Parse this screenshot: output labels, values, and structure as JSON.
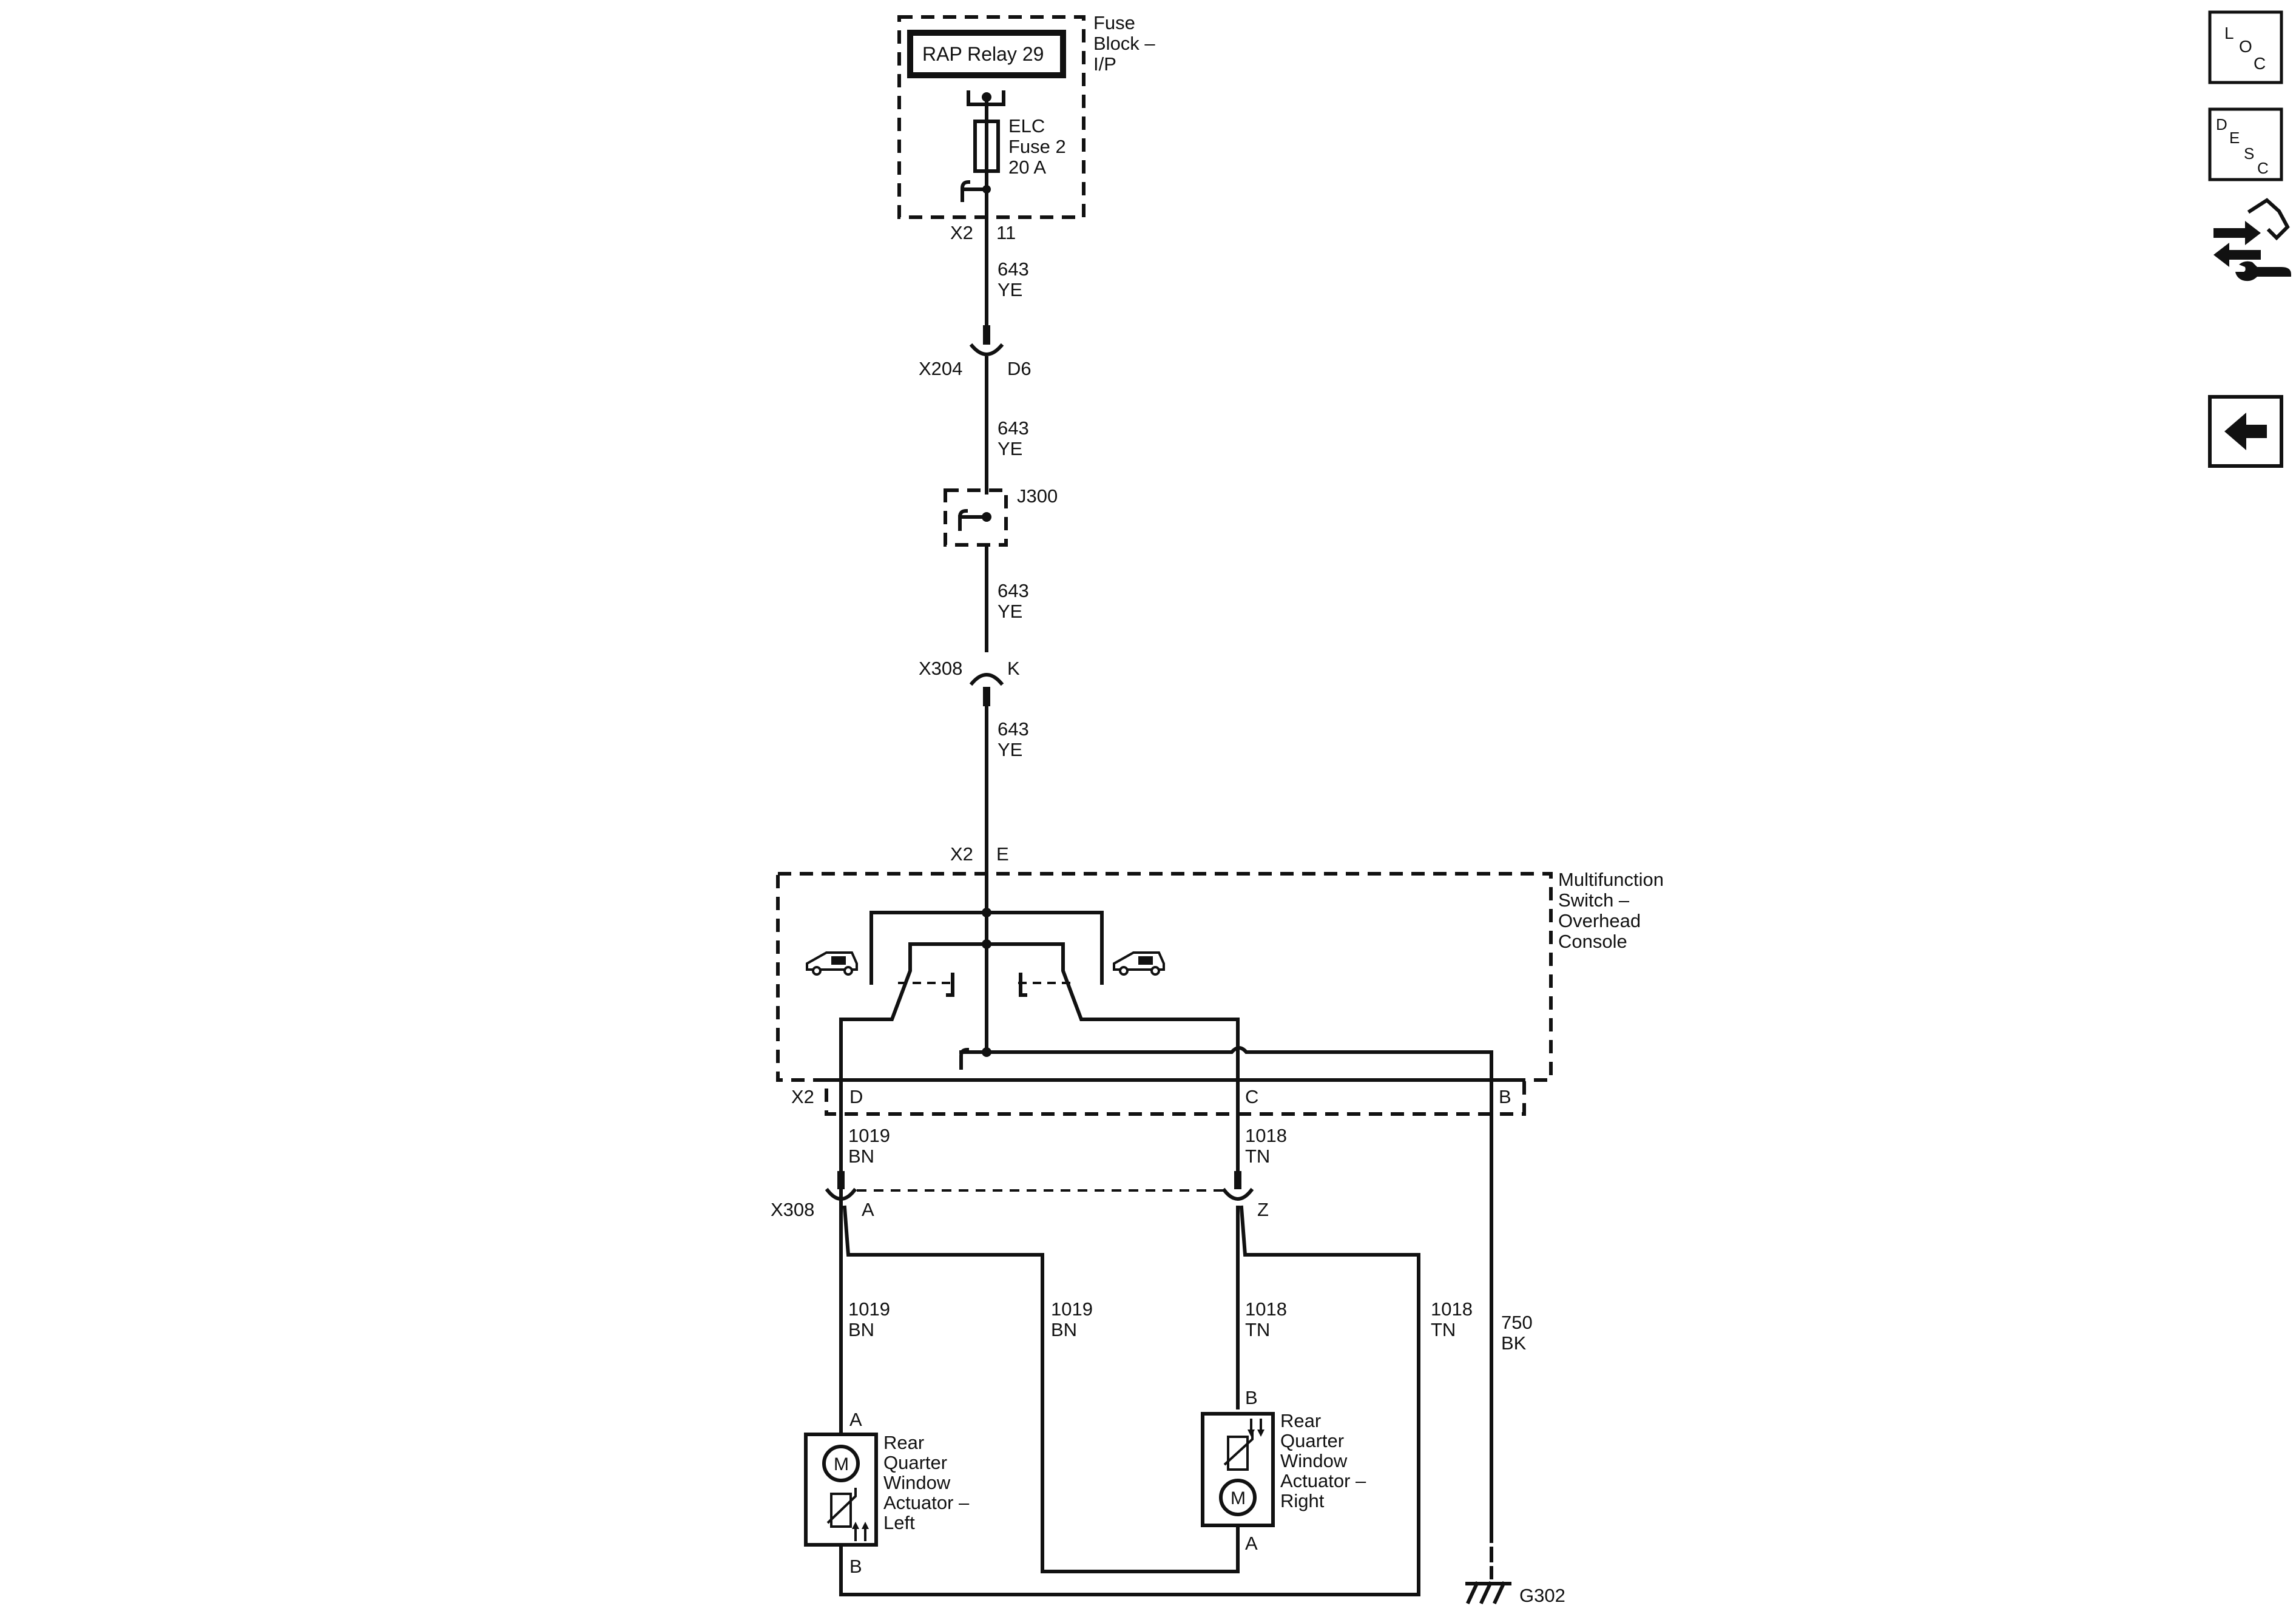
{
  "fuse_block": {
    "relay": "RAP Relay 29",
    "name_lines": [
      "Fuse",
      "Block –",
      "I/P"
    ],
    "fuse_lines": [
      "ELC",
      "Fuse 2",
      "20 A"
    ],
    "connector": "X2",
    "pin": "11"
  },
  "wire_643": {
    "circuit": "643",
    "color": "YE"
  },
  "x204": {
    "connector": "X204",
    "pin": "D6"
  },
  "splice": {
    "label": "J300"
  },
  "x308_upper": {
    "connector": "X308",
    "pin": "K"
  },
  "switch": {
    "name_lines": [
      "Multifunction",
      "Switch –",
      "Overhead",
      "Console"
    ],
    "input_connector": "X2",
    "input_pin": "E",
    "output_connector": "X2",
    "pin_left": "D",
    "pin_right": "C",
    "pin_ground": "B"
  },
  "wire_1019": {
    "circuit": "1019",
    "color": "BN"
  },
  "wire_1018": {
    "circuit": "1018",
    "color": "TN"
  },
  "wire_750": {
    "circuit": "750",
    "color": "BK"
  },
  "x308_lower": {
    "connector": "X308",
    "pin_left": "A",
    "pin_right": "Z"
  },
  "actuator_left": {
    "name_lines": [
      "Rear",
      "Quarter",
      "Window",
      "Actuator –",
      "Left"
    ],
    "pin_top": "A",
    "pin_bottom": "B",
    "motor": "M"
  },
  "actuator_right": {
    "name_lines": [
      "Rear",
      "Quarter",
      "Window",
      "Actuator –",
      "Right"
    ],
    "pin_top": "B",
    "pin_bottom": "A",
    "motor": "M"
  },
  "ground": {
    "label": "G302"
  },
  "nav": {
    "loc": [
      "L",
      "O",
      "C"
    ],
    "desc": [
      "D",
      "E",
      "S",
      "C"
    ],
    "connector_icon": "connector-repair-icon",
    "back_icon": "back-arrow-icon"
  }
}
